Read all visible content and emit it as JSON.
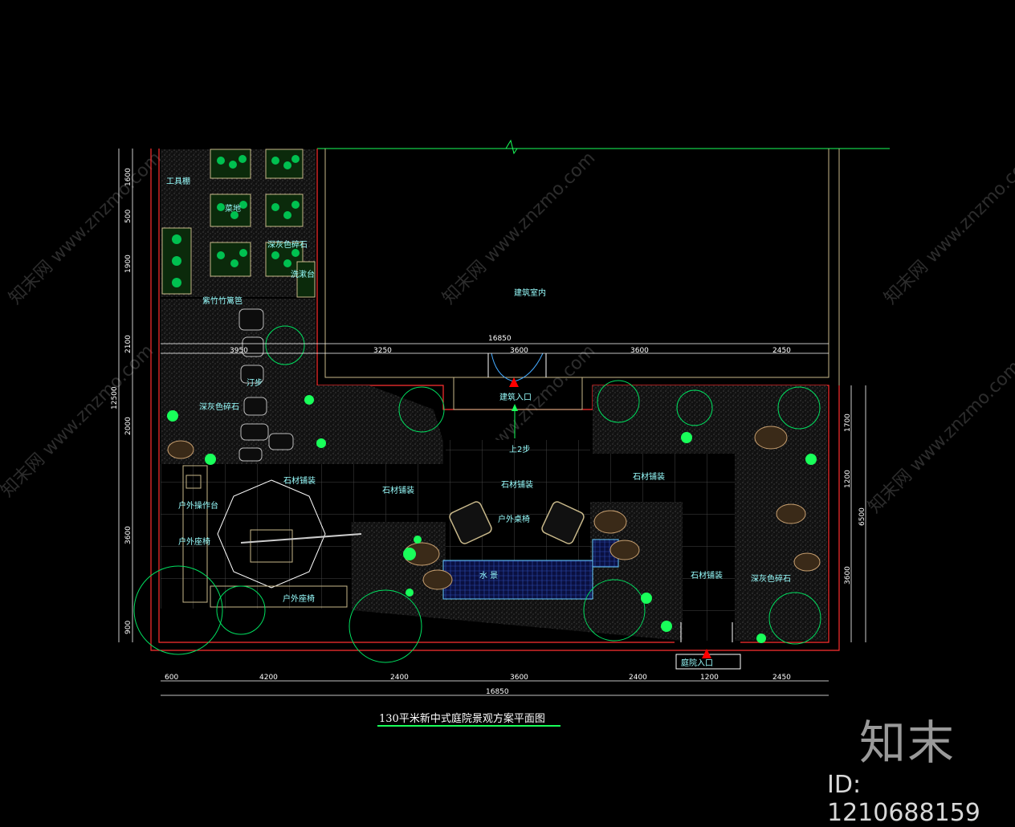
{
  "title": "130平米新中式庭院景观方案平面图",
  "labels": {
    "tool_shed": "工具棚",
    "vegetable": "菜地",
    "dark_gravel_1": "深灰色碎石",
    "wash_basin": "洗漱台",
    "bamboo_fence": "紫竹竹篱笆",
    "building_interior": "建筑室内",
    "stepping_stone": "汀步",
    "dark_gravel_2": "深灰色碎石",
    "building_entrance": "建筑入口",
    "up_steps": "上2步",
    "stone_paving_1": "石材铺装",
    "stone_paving_2": "石材铺装",
    "stone_paving_3": "石材铺装",
    "stone_paving_4": "石材铺装",
    "stone_paving_5": "石材铺装",
    "outdoor_counter": "户外操作台",
    "outdoor_seat_1": "户外座椅",
    "outdoor_seat_2": "户外座椅",
    "outdoor_table": "户外桌椅",
    "water_feature": "水 景",
    "dark_gravel_3": "深灰色碎石",
    "garden_entrance": "庭院入口"
  },
  "dims_top": [
    "3950",
    "3250",
    "3600",
    "3600",
    "2450"
  ],
  "dims_top_total": "16850",
  "dims_bottom": [
    "600",
    "4200",
    "2400",
    "3600",
    "2400",
    "1200",
    "2450"
  ],
  "dims_bottom_total": "16850",
  "dims_left": [
    "1600",
    "500",
    "1900",
    "2100",
    "2000",
    "3600",
    "900"
  ],
  "dims_left_total": "12500",
  "dims_right": [
    "1700",
    "1200",
    "3600"
  ],
  "dims_right_total": "6500",
  "watermark": "知末网 www.znzmo.com",
  "brand": "知末",
  "id_text": "ID: 1210688159",
  "colors": {
    "wall": "#ff3030",
    "tree": "#00e060",
    "shrub": "#19ff5a",
    "dim": "#ffffff",
    "label": "#99ffff",
    "paving": "#c8b88a"
  }
}
